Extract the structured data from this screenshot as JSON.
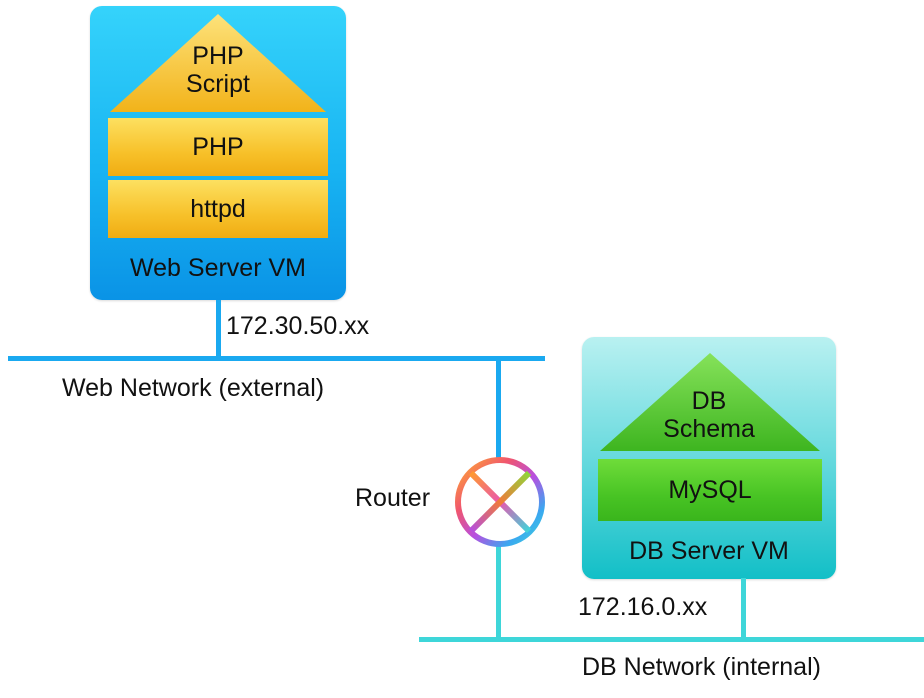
{
  "web_vm": {
    "label": "Web Server VM",
    "roof_line1": "PHP",
    "roof_line2": "Script",
    "layer_top": "PHP",
    "layer_bottom": "httpd"
  },
  "db_vm": {
    "label": "DB Server VM",
    "roof_line1": "DB",
    "roof_line2": "Schema",
    "layer": "MySQL"
  },
  "web_ip": "172.30.50.xx",
  "db_ip": "172.16.0.xx",
  "web_network_label": "Web Network (external)",
  "db_network_label": "DB Network (internal)",
  "router_label": "Router",
  "colors": {
    "web_line": "#1aa9f0",
    "db_line": "#3ed6d9",
    "orange": "#f7c12a",
    "green": "#48c424"
  }
}
